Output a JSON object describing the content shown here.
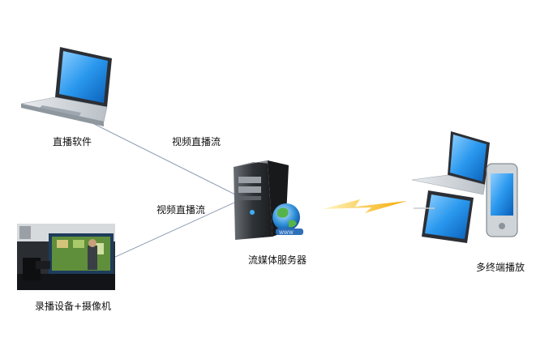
{
  "diagram": {
    "nodes": {
      "laptop": {
        "label": "直播软件",
        "icon": "laptop-icon"
      },
      "recorder": {
        "label": "录播设备+摄像机",
        "icon": "studio-camera-photo"
      },
      "server": {
        "label": "流媒体服务器",
        "icon": "server-tower-icon"
      },
      "terminals": {
        "label": "多终端播放",
        "icon": "multi-device-icon"
      }
    },
    "edges": [
      {
        "from": "laptop",
        "to": "server",
        "label": "视频直播流"
      },
      {
        "from": "recorder",
        "to": "server",
        "label": "视频直播流"
      },
      {
        "from": "server",
        "to": "terminals",
        "label": "",
        "style": "wireless-lightning"
      }
    ],
    "colors": {
      "line": "#7a8aa8",
      "lightning": "#f6b21d",
      "screen": "#1f8fe8"
    }
  }
}
